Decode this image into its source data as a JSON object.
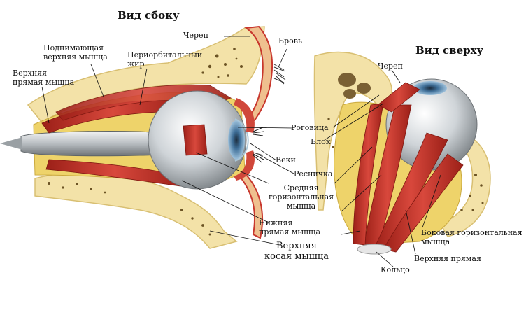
{
  "titles": {
    "side": "Вид сбоку",
    "top": "Вид сверху"
  },
  "side_labels": {
    "cherep": "Череп",
    "brov": "Бровь",
    "podnim": "Поднимающая\nверхняя мышца",
    "periorb": "Периорбитальный\nжир",
    "verkh_pryam": "Верхняя\nпрямая мышца",
    "rogovitsa": "Роговица",
    "veki": "Веки",
    "resnichka": "Ресничка",
    "srednyaya": "Средняя\nгоризонтальная\nмышца",
    "nizhn": "Нижняя\nпрямая мышца",
    "kosaya": "Верхняя\nкосая мышца"
  },
  "top_labels": {
    "cherep": "Череп",
    "blok": "Блок",
    "bokovaya": "Боковая горизонтальная\nмышца",
    "verkh_pryam": "Верхняя прямая",
    "koltso": "Кольцо"
  },
  "colors": {
    "bone": "#f3e2a8",
    "bone_dark": "#d8bf72",
    "fat": "#eed36a",
    "muscle": "#c8372d",
    "muscle_dark": "#8e1d17",
    "eye": "#cfd3d6",
    "iris": "#3f6f98",
    "skin": "#efc08f",
    "lid": "#d0473a"
  }
}
